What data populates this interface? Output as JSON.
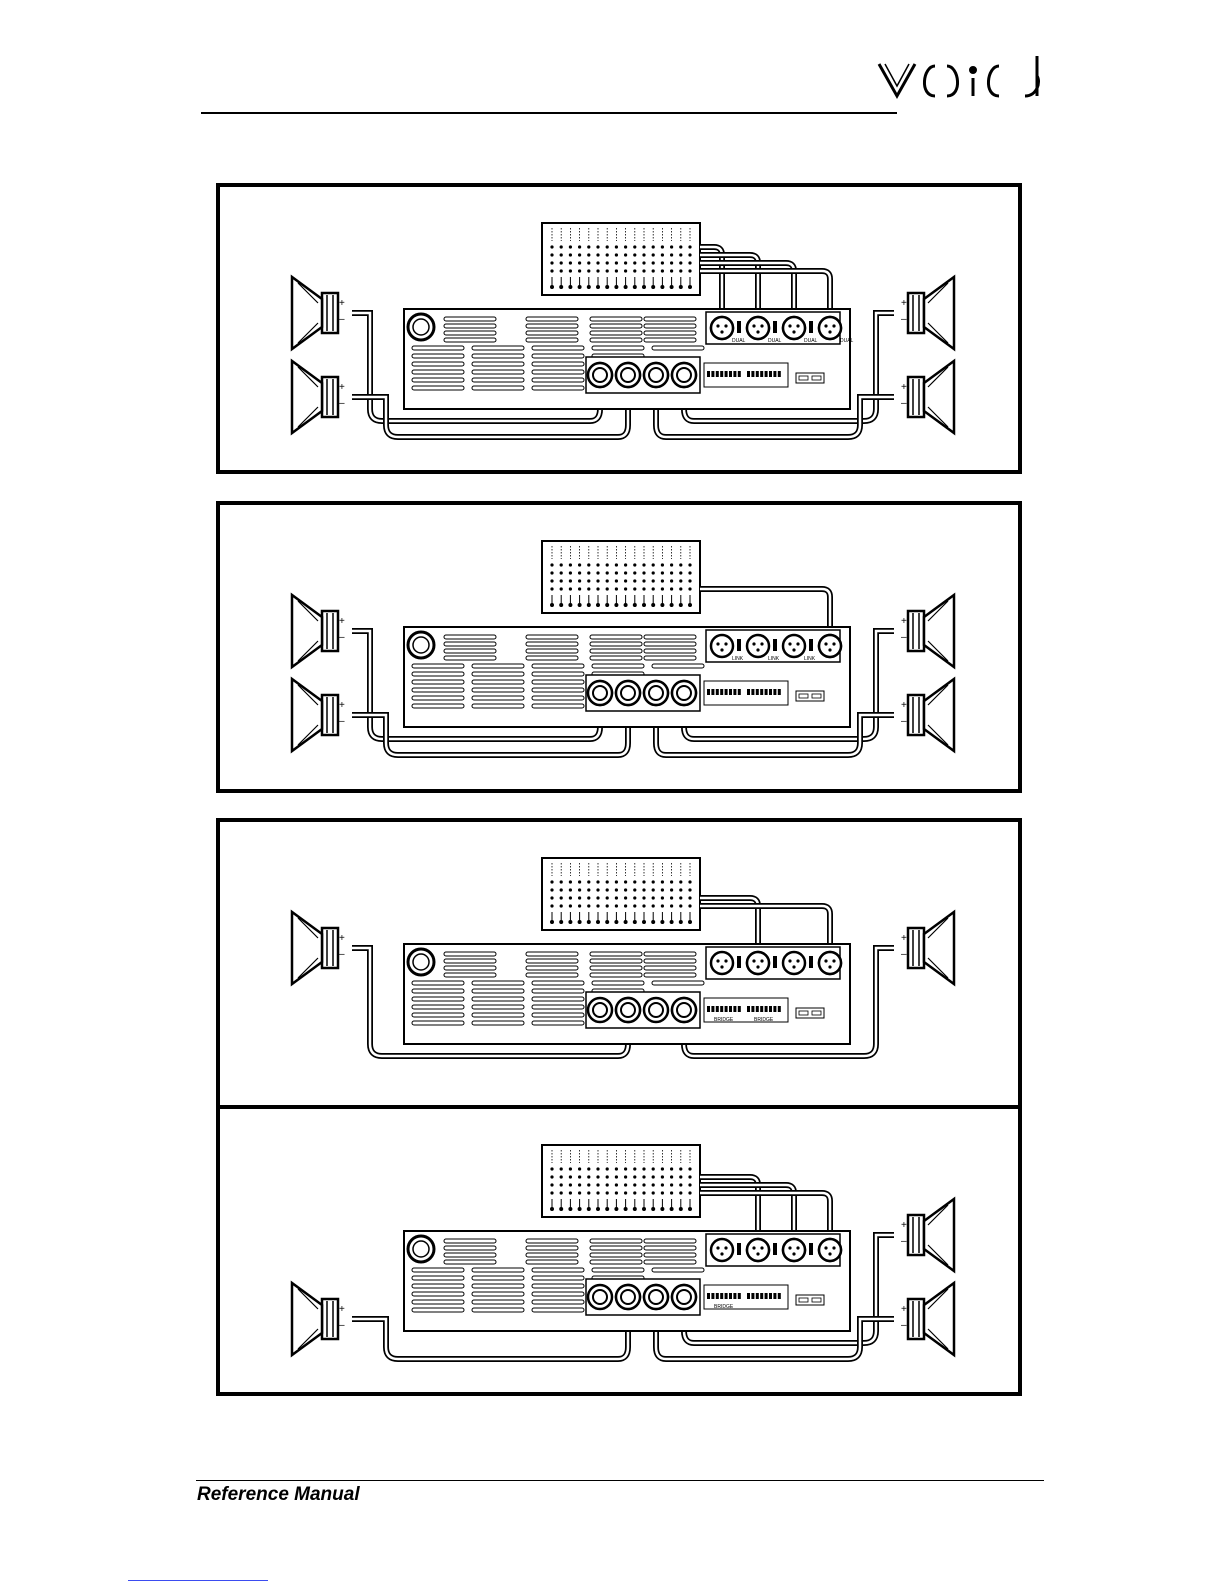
{
  "brand": {
    "logo_name": "Void"
  },
  "footer": {
    "text": "Reference Manual"
  },
  "diagrams": [
    {
      "id": 1,
      "mode": "dual",
      "left_speakers": 2,
      "right_speakers": 2,
      "input_labels": [
        "DUAL",
        "DUAL",
        "DUAL",
        "DUAL"
      ],
      "connected_inputs": [
        1,
        2,
        3,
        4
      ],
      "connected_outputs": [
        1,
        2,
        3,
        4
      ]
    },
    {
      "id": 2,
      "mode": "link",
      "left_speakers": 2,
      "right_speakers": 2,
      "input_labels": [
        "LINK",
        "LINK",
        "LINK",
        ""
      ],
      "connected_inputs": [
        4
      ],
      "connected_outputs": [
        1,
        2,
        3,
        4
      ]
    },
    {
      "id": 3,
      "mode": "bridge",
      "left_speakers": 1,
      "right_speakers": 1,
      "switch_labels": [
        "BRIDGE",
        "BRIDGE"
      ],
      "connected_inputs": [
        2,
        4
      ],
      "connected_outputs": [
        2,
        4
      ]
    },
    {
      "id": 4,
      "mode": "bridge-dual",
      "left_speakers": 1,
      "right_speakers": 2,
      "switch_labels": [
        "BRIDGE"
      ],
      "connected_inputs": [
        2,
        3,
        4
      ],
      "connected_outputs": [
        2,
        3,
        4
      ]
    }
  ]
}
